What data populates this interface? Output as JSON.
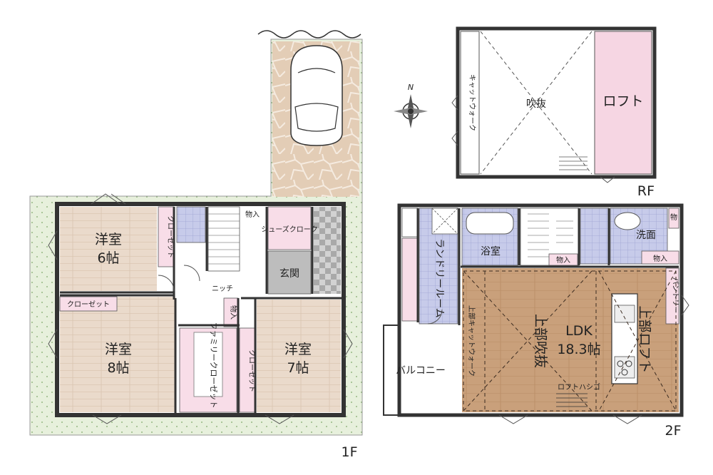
{
  "floors": {
    "first": {
      "floor_label": "1F",
      "rooms": {
        "western_6": {
          "name": "洋室",
          "size": "6帖"
        },
        "western_8": {
          "name": "洋室",
          "size": "8帖"
        },
        "western_7": {
          "name": "洋室",
          "size": "7帖"
        },
        "closet_a": "クローゼット",
        "closet_b": "クローゼット",
        "closet_c": "クローゼット",
        "family_closet": "ファミリークローゼット",
        "shoes_closet": "シューズクローク",
        "entrance": "玄関",
        "storage": "物入",
        "storage_2": "物入",
        "niche": "ニッチ"
      }
    },
    "second": {
      "floor_label": "2F",
      "rooms": {
        "ldk": {
          "name": "LDK",
          "size": "18.3帖"
        },
        "bathroom": "浴室",
        "washroom": "洗面",
        "laundry": "ランドリールーム",
        "balcony": "バルコニー",
        "pantry": "パントリー",
        "upper_void": "上部吹抜",
        "upper_loft": "上部ロフト",
        "upper_catwalk": "上部キャットウォーク",
        "loft_ladder": "ロフトハシゴ",
        "storage_a": "物入",
        "storage_b": "物入",
        "storage_c": "物"
      }
    },
    "roof": {
      "floor_label": "RF",
      "rooms": {
        "void": "吹抜",
        "loft": "ロフト",
        "catwalk": "キャットウォーク"
      }
    }
  },
  "compass": {
    "north_label": "N"
  },
  "colors": {
    "wood_floor": "#e8d5c0",
    "closet_pink": "#f8dde8",
    "tile_blue": "#c9cdea",
    "garden_green": "#e8f1dd",
    "stone_paving": "#e2cdb8",
    "loft_pink": "#f6d6e3",
    "ldk_wood": "#c89f7a",
    "checker_gray": "#b9b9b9",
    "wall": "#333333"
  }
}
